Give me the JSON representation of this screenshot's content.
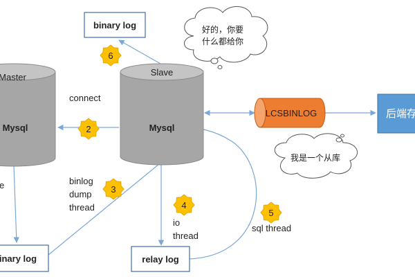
{
  "master": {
    "title": "Master",
    "db_label": "Mysql"
  },
  "slave": {
    "title": "Slave",
    "db_label": "Mysql"
  },
  "binary_log_top": "binary log",
  "binary_log_bottom": "binary log",
  "relay_log": "relay log",
  "lcsbinlog": "LCSBINLOG",
  "backend": "后端存储",
  "connect_label": "connect",
  "binlog_dump_thread": [
    "binlog",
    "dump",
    "thread"
  ],
  "io_thread": [
    "io",
    "thread"
  ],
  "sql_thread": "sql thread",
  "steps": [
    "6",
    "2",
    "3",
    "4",
    "5"
  ],
  "cloud_top_lines": [
    "好的，你要",
    "什么都给你"
  ],
  "cloud_bottom": "我是一个从库",
  "colors": {
    "cylinder_gray": "#a6a6a6",
    "cylinder_top": "#c4c4c4",
    "lcsbinlog_orange": "#ed7d31",
    "backend_blue": "#5b9bd5",
    "arrow_blue": "#7aa7d6",
    "star_yellow": "#ffc000",
    "box_border": "#4a7ab5"
  }
}
